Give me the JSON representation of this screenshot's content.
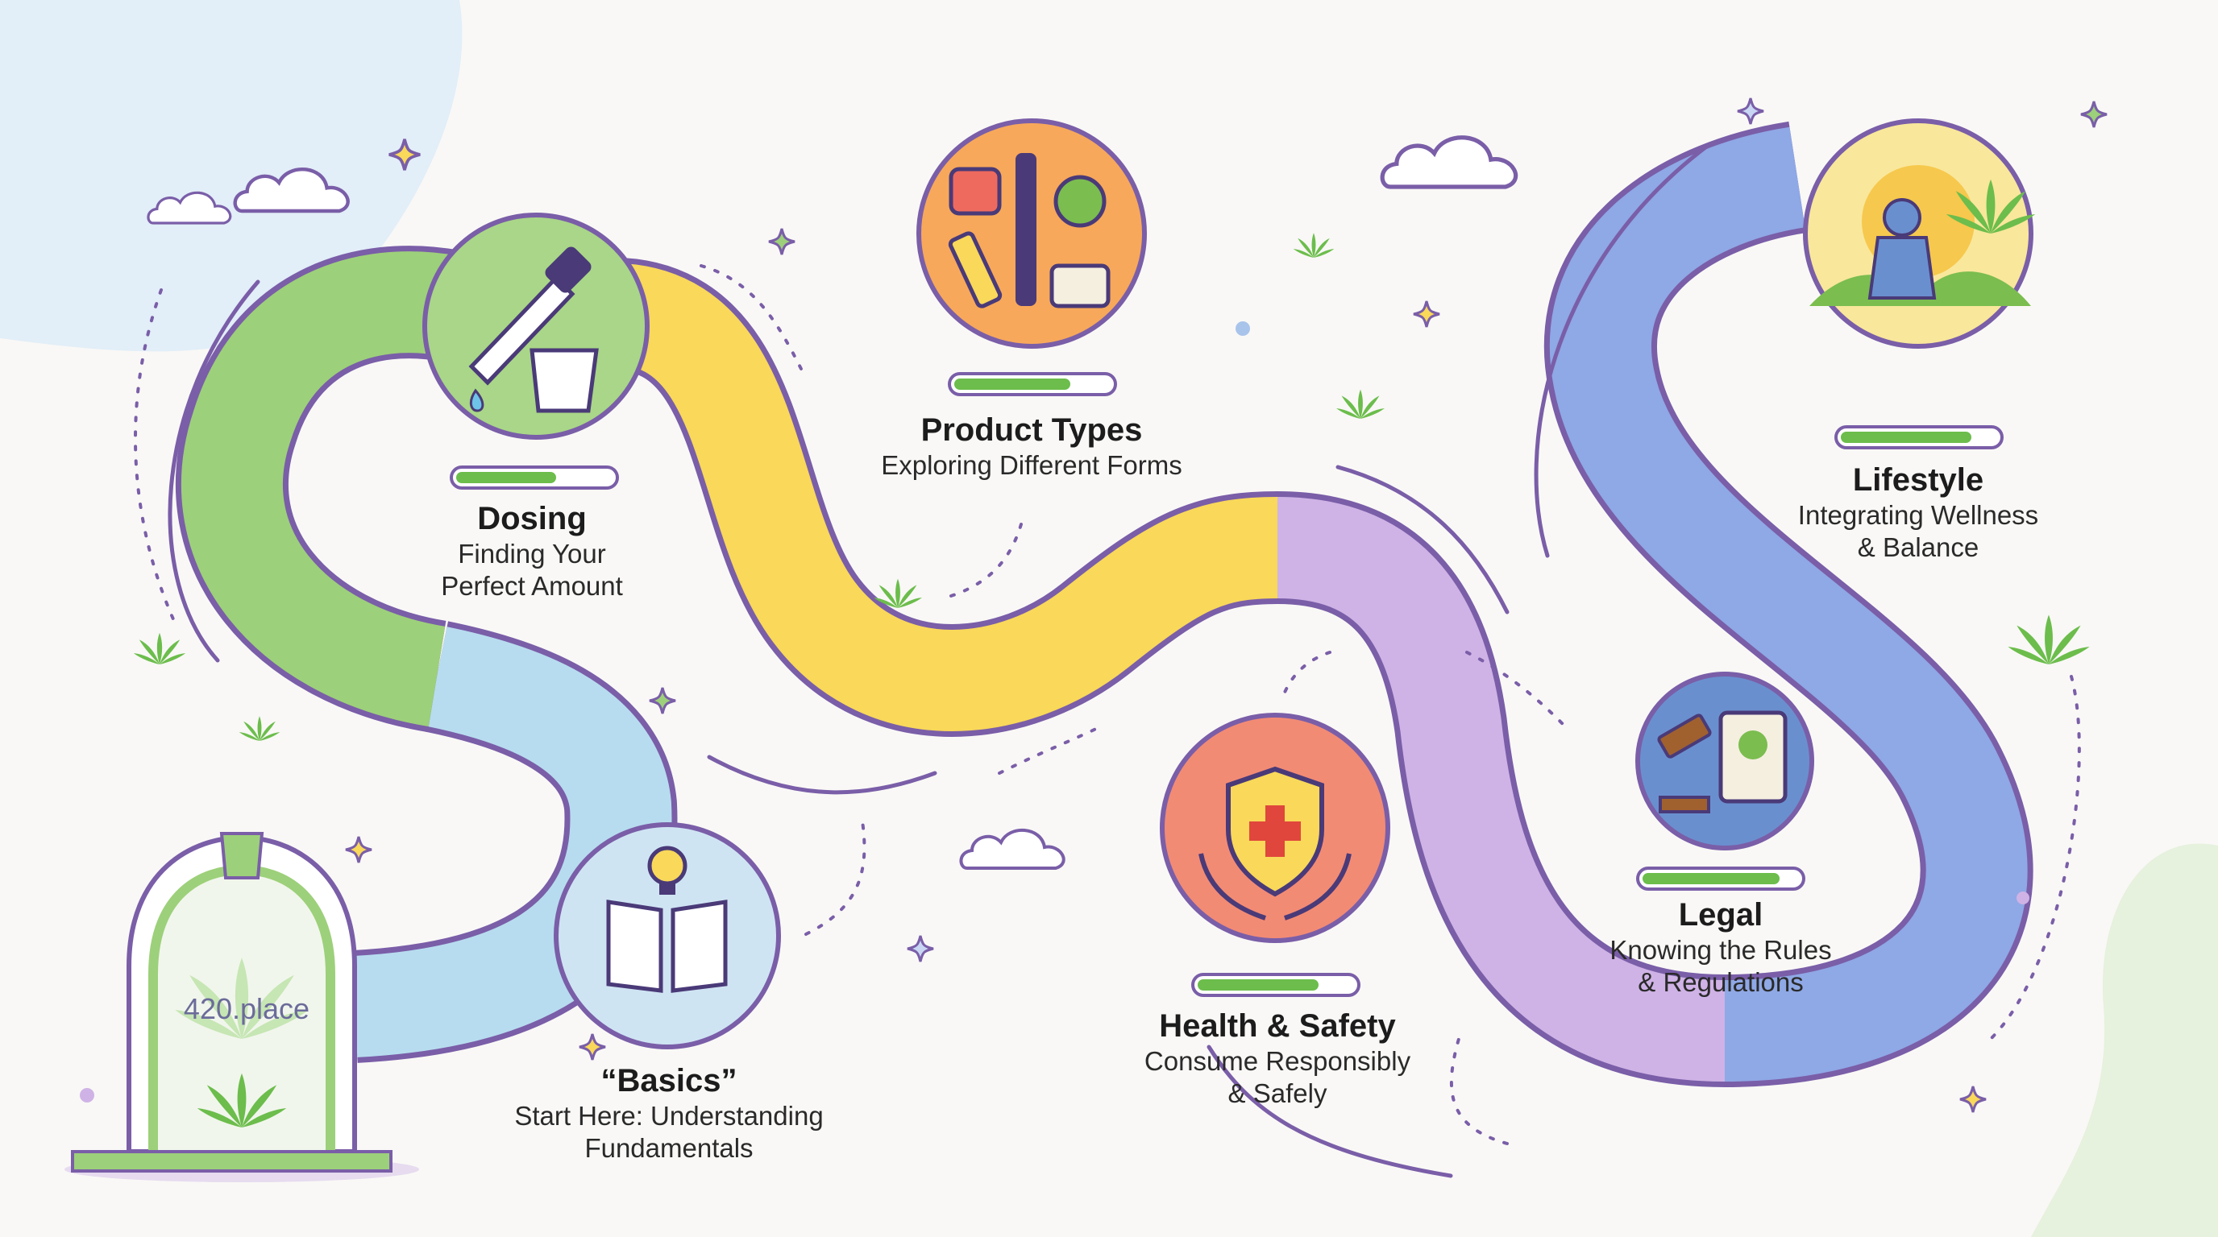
{
  "brand": {
    "name": "420.place"
  },
  "colors": {
    "basics": "#b7dcef",
    "dosing": "#9dd07a",
    "product_types": "#f9d85a",
    "health_safety": "#cfb3e6",
    "legal": "#cfb3e6",
    "lifestyle": "#8fa8e6",
    "outline": "#7a5ea8",
    "leaf": "#6cbd4c"
  },
  "stages": [
    {
      "id": "basics",
      "title": "“Basics”",
      "subtitle": "Start Here: Understanding\nFundamentals",
      "icon": "open-book-lightbulb-icon"
    },
    {
      "id": "dosing",
      "title": "Dosing",
      "subtitle": "Finding Your\nPerfect Amount",
      "icon": "dropper-measuring-cup-icon"
    },
    {
      "id": "product_types",
      "title": "Product Types",
      "subtitle": "Exploring Different Forms",
      "icon": "cannabis-products-icon"
    },
    {
      "id": "health_safety",
      "title": "Health & Safety",
      "subtitle": "Consume Responsibly\n& Safely",
      "icon": "shield-hands-icon"
    },
    {
      "id": "legal",
      "title": "Legal",
      "subtitle": "Knowing the Rules\n& Regulations",
      "icon": "gavel-document-icon"
    },
    {
      "id": "lifestyle",
      "title": "Lifestyle",
      "subtitle": "Integrating Wellness\n& Balance",
      "icon": "meditation-sun-icon"
    }
  ]
}
